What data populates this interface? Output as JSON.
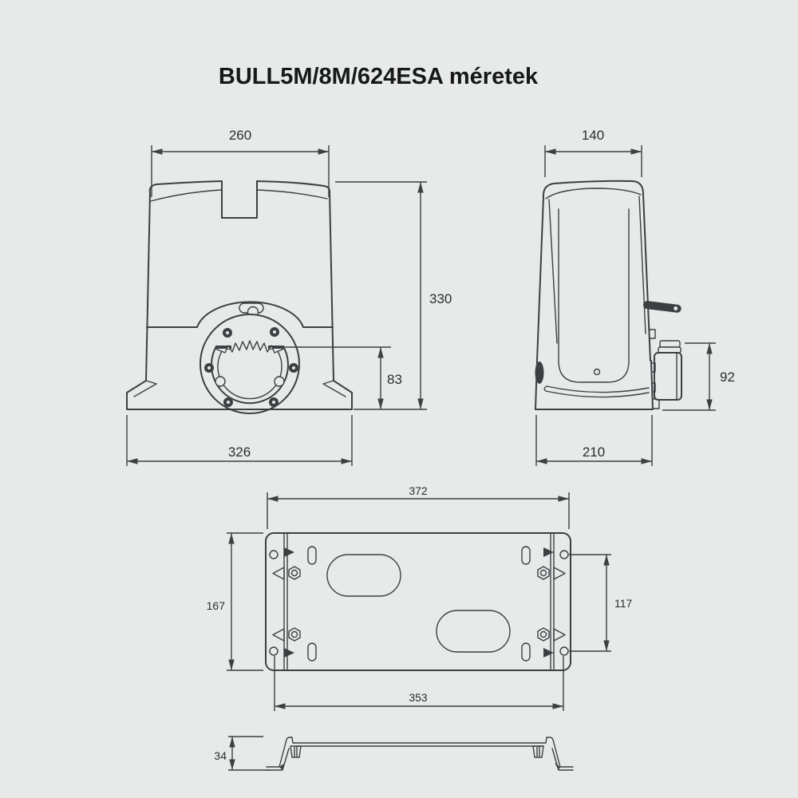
{
  "title": "BULL5M/8M/624ESA méretek",
  "colors": {
    "background": "#e7eae8",
    "line": "#3b4043",
    "dim_text": "#2b2e30"
  },
  "views": {
    "front": {
      "dims": {
        "top_width": "260",
        "total_height": "330",
        "pinion_axis_height": "83",
        "base_width": "326"
      }
    },
    "side": {
      "dims": {
        "top_depth": "140",
        "pinion_unit_height": "92",
        "base_depth": "210"
      }
    },
    "base_plate": {
      "dims": {
        "plate_width": "372",
        "plate_depth": "167",
        "anchor_spacing_depth": "117",
        "anchor_spacing_width": "353"
      }
    },
    "profile": {
      "dims": {
        "profile_height": "34"
      }
    }
  }
}
